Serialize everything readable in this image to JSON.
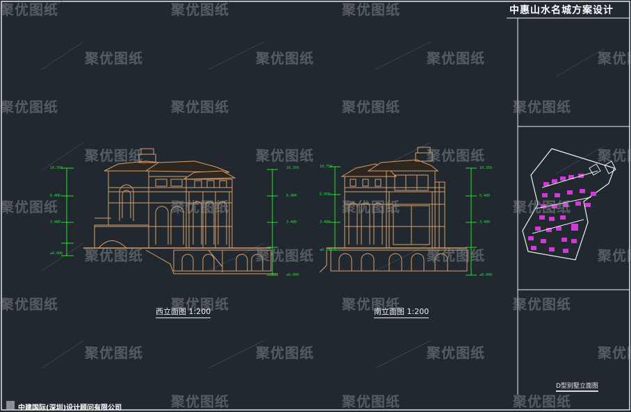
{
  "title_block": {
    "project_title": "中惠山水名城方案设计",
    "drawing_name": "D型别墅立面图",
    "company": "中建国际(深圳)设计顾问有限公司"
  },
  "views": [
    {
      "id": "west",
      "caption": "西立面图 1:200"
    },
    {
      "id": "south",
      "caption": "南立面图 1:200"
    }
  ],
  "watermark": {
    "text": "聚优图纸"
  },
  "dimensions": {
    "west_left": [
      "10.350",
      "6.400",
      "3.400",
      "±0.000"
    ],
    "west_right": [
      "10.350",
      "6.400",
      "3.400",
      "±0.000"
    ],
    "south_left": [
      "10.750",
      "6.950",
      "3.400",
      "±0.000"
    ],
    "south_right": [
      "10.350",
      "6.400",
      "3.400",
      "±0.000"
    ]
  },
  "colors": {
    "background": "#212830",
    "building": "#d9a06a",
    "dimension": "#22e32a",
    "frame": "#ffffff",
    "siteplan_houses": "#d03ad8"
  }
}
